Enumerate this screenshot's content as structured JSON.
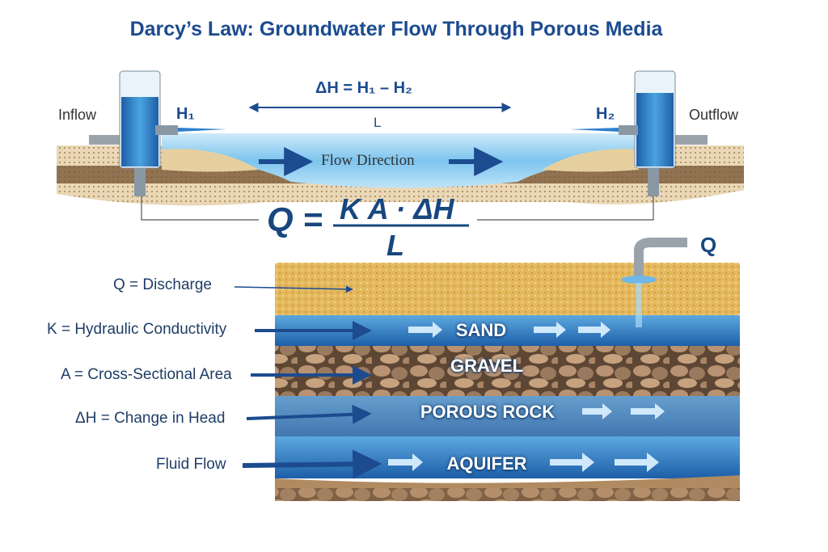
{
  "title": "Darcy’s Law: Groundwater Flow Through Porous Media",
  "top_diagram": {
    "inflow_label": "Inflow",
    "outflow_label": "Outflow",
    "h1_label": "H₁",
    "h2_label": "H₂",
    "head_difference": "ΔH = H₁ – H₂",
    "length_label": "L",
    "flow_direction_label": "Flow Direction"
  },
  "formula": {
    "lhs": "Q =",
    "numerator": "K A · ΔH",
    "denominator": "L"
  },
  "cross_section": {
    "outlet_label": "Q",
    "layers": [
      "SAND",
      "GRAVEL",
      "POROUS ROCK",
      "AQUIFER"
    ]
  },
  "legend": [
    {
      "label": "Q = Discharge"
    },
    {
      "label": "K = Hydraulic Conductivity"
    },
    {
      "label": "A = Cross-Sectional Area"
    },
    {
      "label": "ΔH = Change in Head"
    },
    {
      "label": "Fluid Flow"
    }
  ],
  "colors": {
    "title": "#1c4b8f",
    "water": "#2f7fcf",
    "sand": "#e0b35c",
    "gravel": "#8a6a4f"
  }
}
